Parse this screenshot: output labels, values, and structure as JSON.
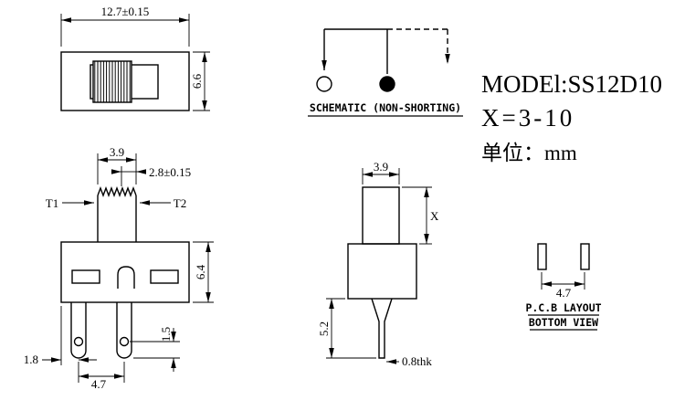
{
  "drawing": {
    "title_block": {
      "model": "MODEl:SS12D10",
      "x_range": "X=3-10",
      "unit": "单位：mm"
    },
    "schematic": {
      "caption": "SCHEMATIC (NON-SHORTING)"
    },
    "top_view": {
      "width": "12.7±0.15",
      "height": "6.6"
    },
    "front_view": {
      "knob_width": "3.9",
      "travel": "2.8±0.15",
      "terminal_left": "T1",
      "terminal_right": "T2",
      "body_height": "6.4",
      "edge_to_pin_center": "1.8",
      "pin_pitch": "4.7",
      "hole_to_tip": "1.5"
    },
    "side_view": {
      "knob_width": "3.9",
      "knob_height": "X",
      "pin_length": "5.2",
      "pin_thickness": "0.8thk"
    },
    "pcb_view": {
      "pad_pitch": "4.7",
      "caption_line1": "P.C.B LAYOUT",
      "caption_line2": "BOTTOM VIEW"
    }
  }
}
